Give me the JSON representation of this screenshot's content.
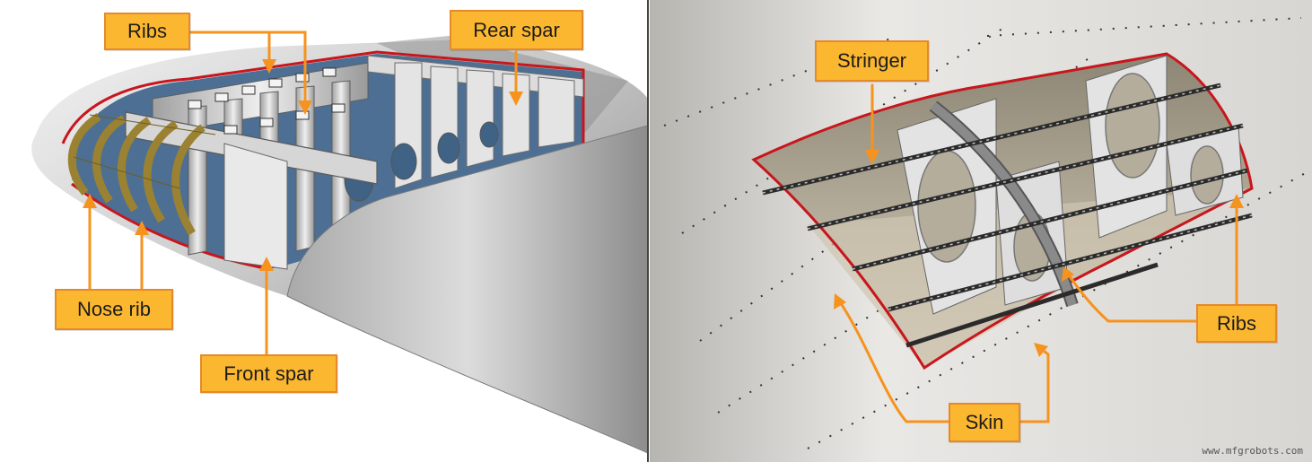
{
  "labels": {
    "ribs_left": "Ribs",
    "rear_spar": "Rear spar",
    "nose_rib": "Nose rib",
    "front_spar": "Front spar",
    "stringer": "Stringer",
    "ribs_right": "Ribs",
    "skin": "Skin"
  },
  "watermark": "www.mfgrobots.com",
  "colors": {
    "callout_fill": "#fcb731",
    "callout_border": "#e6892a",
    "leader": "#f6931e",
    "cutaway_edge": "#c8161d",
    "nose_rib": "#9a8232"
  }
}
